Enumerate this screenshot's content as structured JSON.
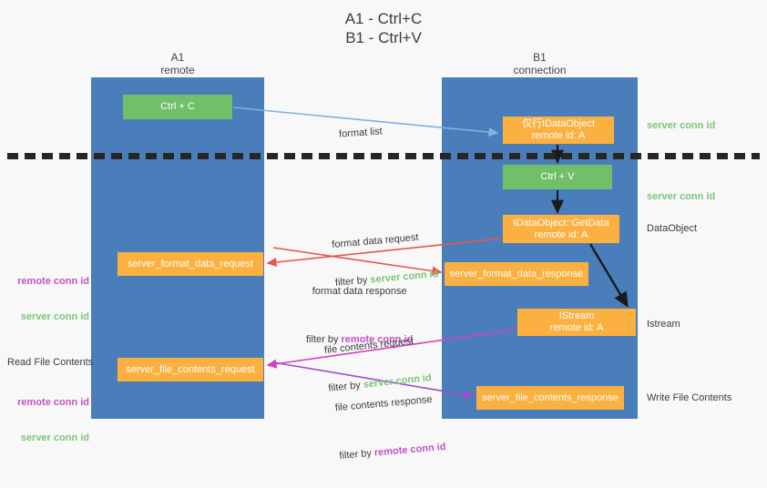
{
  "title": "A1 - Ctrl+C\nB1 - Ctrl+V",
  "columns": {
    "a1": "A1\nremote",
    "b1": "B1\nconnection"
  },
  "boxes": {
    "ctrl_c": "Ctrl + C",
    "data_object": "仅行IDataObject\nremote id: A",
    "ctrl_v": "Ctrl + V",
    "get_data": "IDataObject::GetData\nremote id: A",
    "server_format_data_request": "server_format_data_request",
    "server_format_data_response": "server_format_data_response",
    "istream": "IStream\nremote id: A",
    "server_file_contents_request": "server_file_contents_request",
    "server_file_contents_response": "server_file_contents_response"
  },
  "right_notes": {
    "server_conn_id_top": "server conn id",
    "server_conn_id_mid": "server conn id",
    "data_object": "DataObject",
    "istream": "Istream",
    "write_file_contents": "Write File Contents"
  },
  "left_notes": {
    "remote_conn_id_1": "remote conn id",
    "server_conn_id_1": "server conn id",
    "read_file_contents": "Read File Contents",
    "remote_conn_id_2": "remote conn id",
    "server_conn_id_2": "server conn id"
  },
  "edge_labels": {
    "format_list": "format list",
    "format_data_request": "format data request",
    "format_data_request_filter_prefix": "filter by ",
    "format_data_request_filter_value": "server conn id",
    "format_data_response": "format data response",
    "format_data_response_filter_prefix": "filter by ",
    "format_data_response_filter_value": "remote conn id",
    "file_contents_request": "file contents request",
    "file_contents_request_filter_prefix": "filter by ",
    "file_contents_request_filter_value": "server conn id",
    "file_contents_response": "file contents response",
    "file_contents_response_filter_prefix": "filter by ",
    "file_contents_response_filter_value": "remote conn id"
  },
  "colors": {
    "lane": "#4a7ebb",
    "green_box": "#72bf6a",
    "orange_box": "#fbb040",
    "green_text": "#7cc576",
    "magenta_text": "#c452c4",
    "blue_arrow": "#7fb3e0",
    "red_arrow": "#e8554e",
    "magenta_arrow": "#d63ec0",
    "purple_arrow": "#9b4fd0",
    "black_arrow": "#1a1a1a",
    "background": "#f8f8f8"
  }
}
